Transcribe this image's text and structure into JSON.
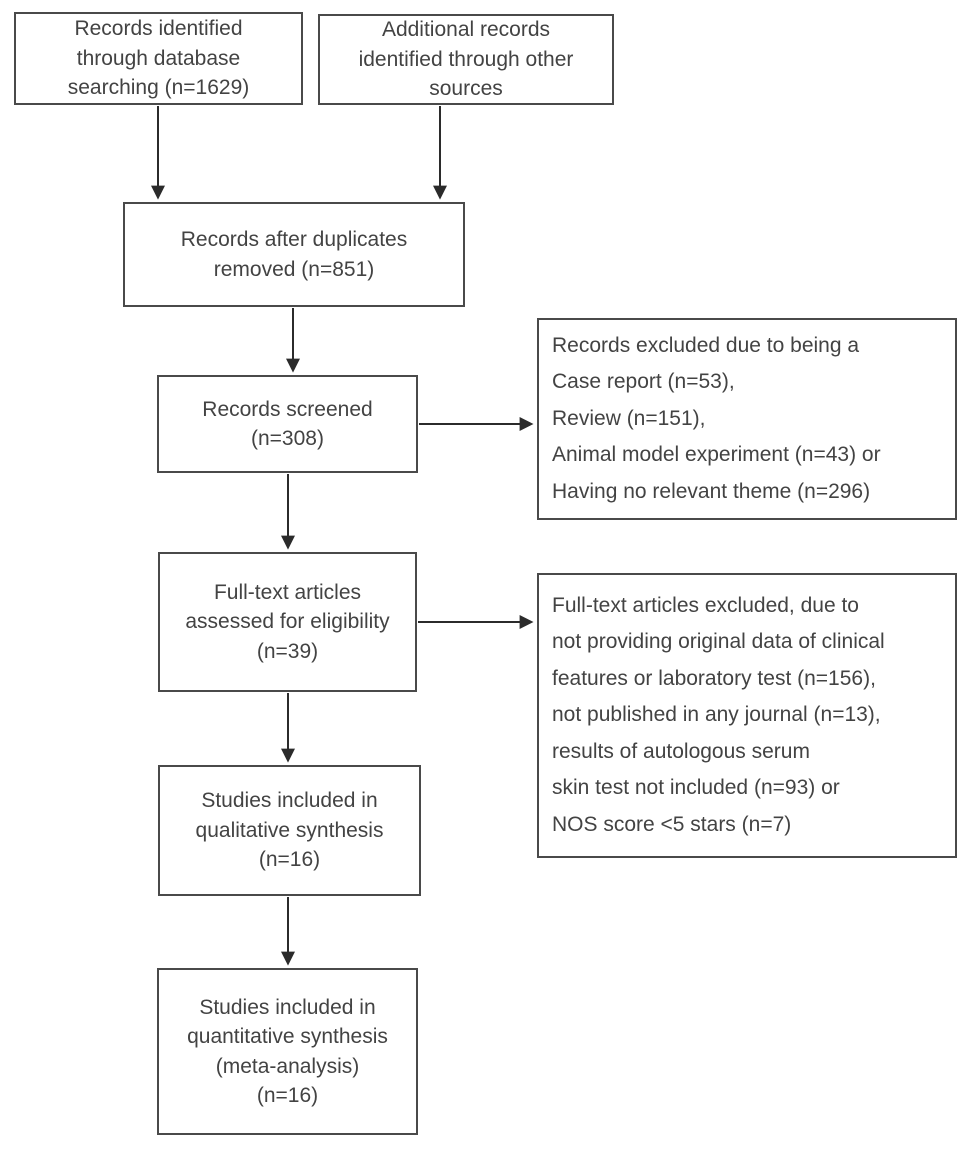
{
  "diagram": {
    "boxes": {
      "identified": {
        "label": "Records identified\nthrough database\nsearching (n=1629)"
      },
      "additional": {
        "label": "Additional records\nidentified through other\nsources"
      },
      "deduplicated": {
        "label": "Records after duplicates\nremoved (n=851)"
      },
      "screened": {
        "label": "Records screened\n(n=308)"
      },
      "records_excluded": {
        "label": "Records excluded due to being a\nCase report (n=53),\nReview (n=151),\nAnimal model experiment (n=43) or\nHaving no relevant theme (n=296)"
      },
      "fulltext_assessed": {
        "label": "Full-text articles\nassessed for eligibility\n(n=39)"
      },
      "fulltext_excluded": {
        "label": "Full-text articles excluded, due to\nnot providing original data of clinical\nfeatures or laboratory test (n=156),\nnot published in any journal (n=13),\nresults of autologous serum\nskin test not included (n=93) or\nNOS score <5 stars (n=7)"
      },
      "qualitative": {
        "label": "Studies included in\nqualitative synthesis\n(n=16)"
      },
      "quantitative": {
        "label": "Studies included in\nquantitative synthesis\n(meta-analysis)\n(n=16)"
      }
    },
    "counts": {
      "identified": 1629,
      "after_duplicates": 851,
      "screened": 308,
      "excluded_case_report": 53,
      "excluded_review": 151,
      "excluded_animal_model": 43,
      "excluded_no_relevant_theme": 296,
      "fulltext_assessed": 39,
      "excluded_no_original_data": 156,
      "excluded_not_published": 13,
      "excluded_asst_not_included": 93,
      "excluded_nos_low": 7,
      "qualitative_included": 16,
      "quantitative_included": 16
    },
    "colors": {
      "background": "#ffffff",
      "box_border": "#4a4a4a",
      "text": "#434343",
      "arrow": "#2b2b2b"
    }
  }
}
